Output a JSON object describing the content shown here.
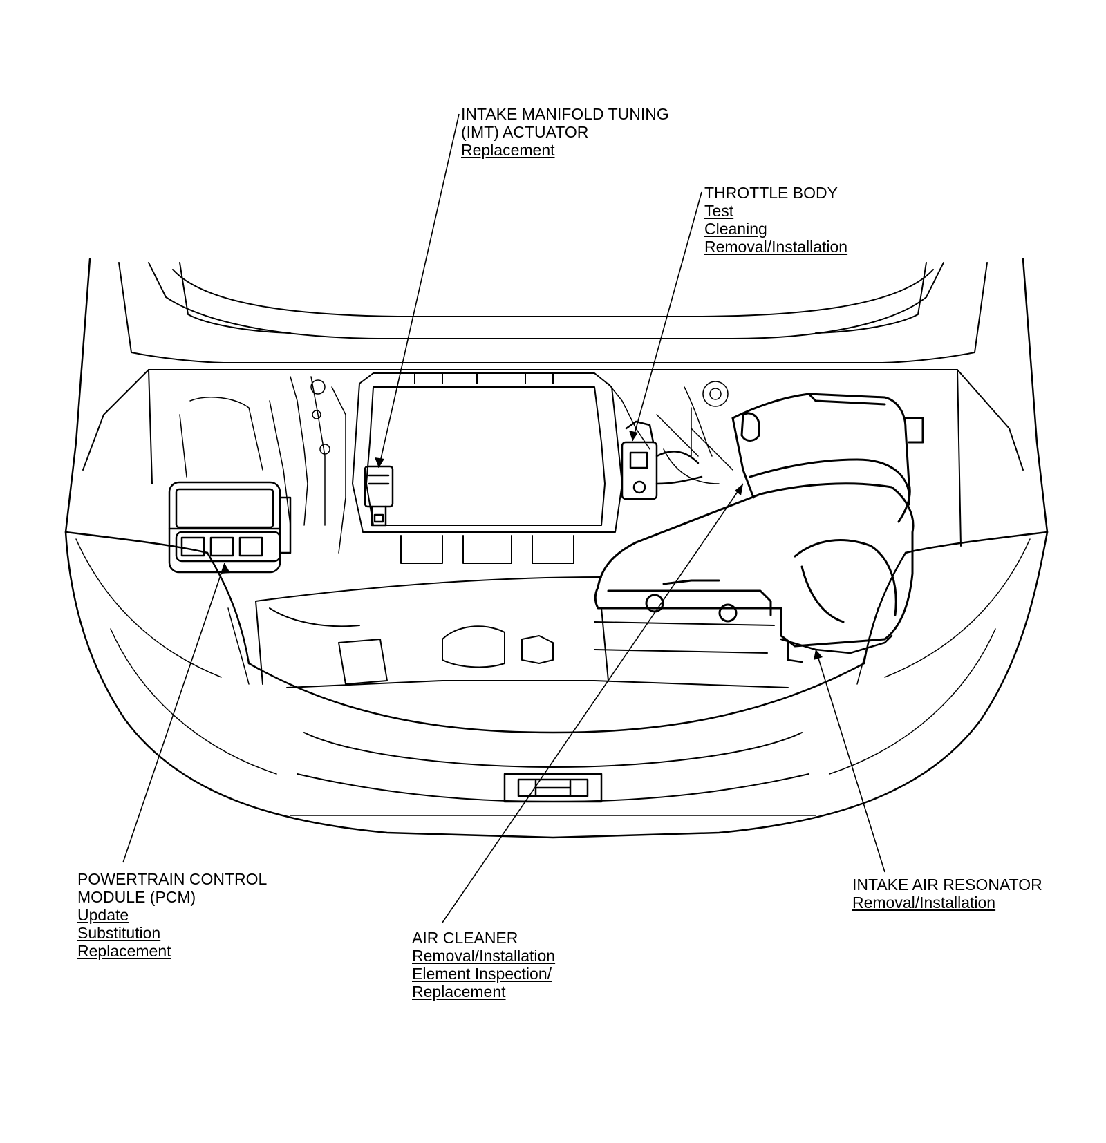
{
  "colors": {
    "line": "#000000",
    "background": "#ffffff"
  },
  "callouts": {
    "imt": {
      "title_lines": [
        "INTAKE MANIFOLD TUNING",
        "(IMT) ACTUATOR"
      ],
      "links": [
        "Replacement"
      ]
    },
    "throttle_body": {
      "title_lines": [
        "THROTTLE BODY"
      ],
      "links": [
        "Test",
        "Cleaning",
        "Removal/Installation"
      ]
    },
    "pcm": {
      "title_lines": [
        "POWERTRAIN CONTROL",
        "MODULE (PCM)"
      ],
      "links": [
        "Update",
        "Substitution",
        "Replacement"
      ]
    },
    "air_cleaner": {
      "title_lines": [
        "AIR CLEANER"
      ],
      "links": [
        "Removal/Installation",
        "Element Inspection/",
        "Replacement"
      ]
    },
    "resonator": {
      "title_lines": [
        "INTAKE AIR RESONATOR"
      ],
      "links": [
        "Removal/Installation"
      ]
    }
  }
}
